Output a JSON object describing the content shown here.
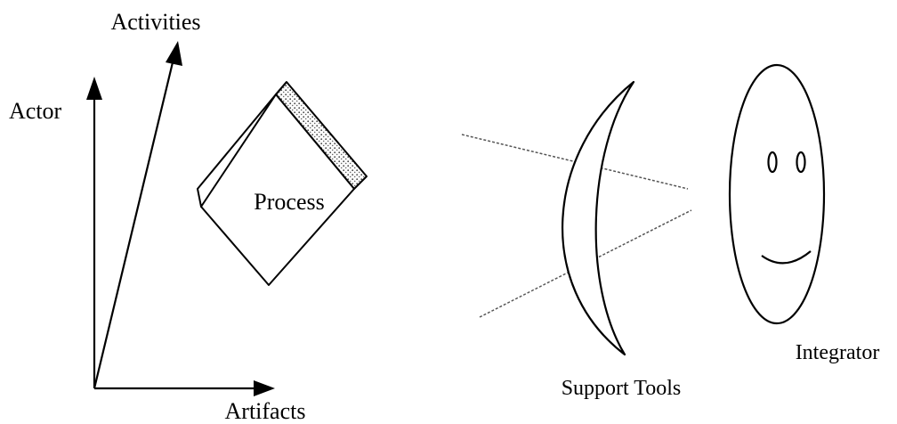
{
  "labels": {
    "activities": "Activities",
    "actor": "Actor",
    "artifacts": "Artifacts",
    "process": "Process",
    "support_tools": "Support Tools",
    "integrator": "Integrator"
  },
  "colors": {
    "ink": "#000000",
    "background": "#ffffff",
    "hatch": "#d0d0d0"
  }
}
